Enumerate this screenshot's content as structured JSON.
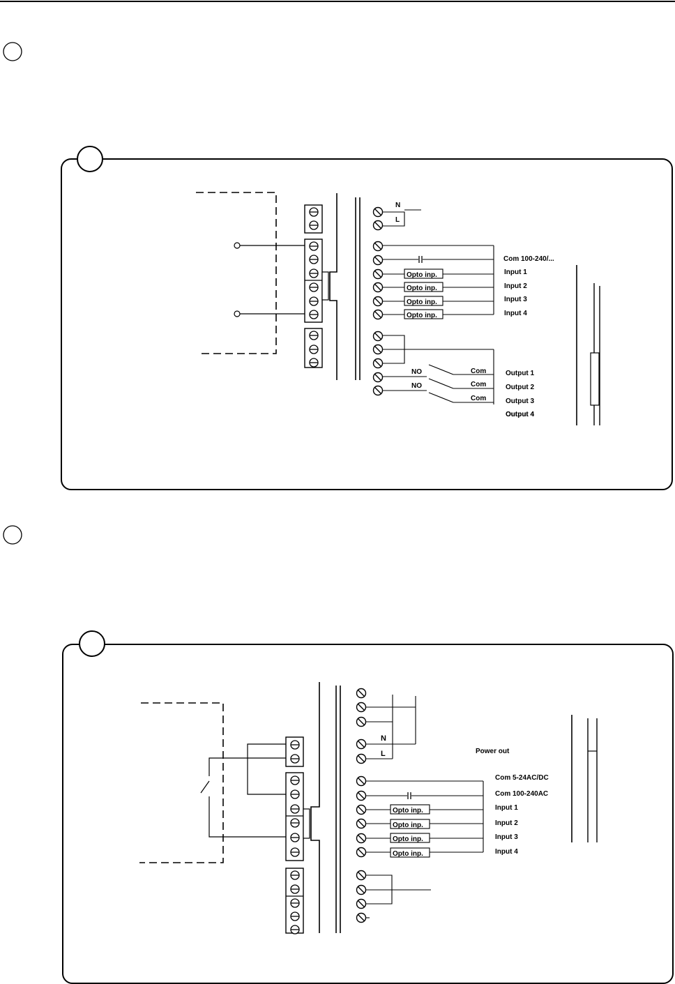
{
  "diagram1": {
    "supply": {
      "n": "N",
      "l": "L"
    },
    "com_ac": "Com 100-240/...",
    "opto_label": "Opto inp.",
    "inputs": [
      "Input 1",
      "Input 2",
      "Input 3",
      "Input 4"
    ],
    "no_label": "NO",
    "no_partial": "NO",
    "com_label": "Com",
    "outputs": [
      "Output 1",
      "Output 2",
      "Output 3",
      "Output 4"
    ]
  },
  "diagram2": {
    "supply": {
      "n": "N",
      "l": "L"
    },
    "power_out": "Power out",
    "com_dc": "Com 5-24AC/DC",
    "com_ac": "Com 100-240AC",
    "opto_label": "Opto inp.",
    "inputs": [
      "Input 1",
      "Input 2",
      "Input 3",
      "Input 4"
    ]
  }
}
